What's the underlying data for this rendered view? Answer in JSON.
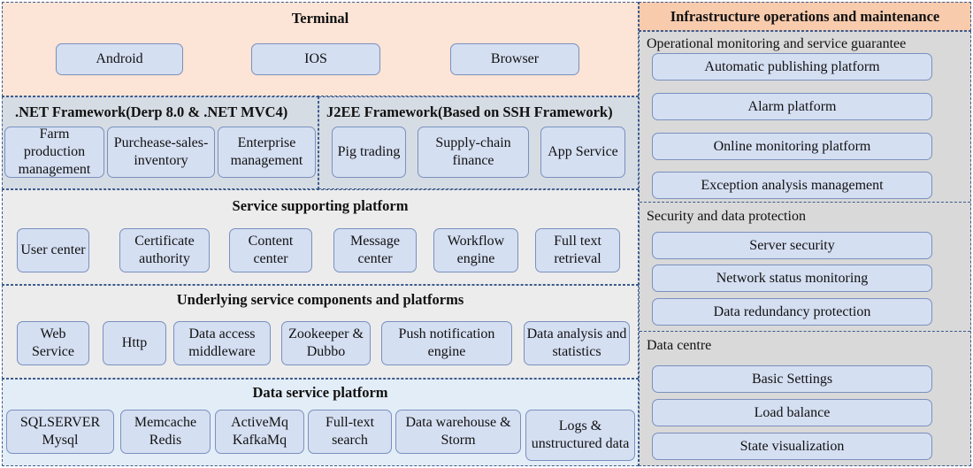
{
  "terminal": {
    "title": "Terminal",
    "items": [
      "Android",
      "IOS",
      "Browser"
    ]
  },
  "net_framework": {
    "title": ".NET Framework(Derp 8.0 & .NET MVC4)",
    "items": [
      "Farm production management",
      "Purchease-sales-inventory",
      "Enterprise management"
    ]
  },
  "j2ee_framework": {
    "title": "J2EE Framework(Based on SSH Framework)",
    "items": [
      "Pig trading",
      "Supply-chain finance",
      "App Service"
    ]
  },
  "service_supporting": {
    "title": "Service supporting platform",
    "items": [
      "User center",
      "Certificate authority",
      "Content center",
      "Message center",
      "Workflow engine",
      "Full text retrieval"
    ]
  },
  "underlying_services": {
    "title": "Underlying service components and platforms",
    "items": [
      "Web Service",
      "Http",
      "Data access middleware",
      "Zookeeper & Dubbo",
      "Push notification engine",
      "Data analysis and statistics"
    ]
  },
  "data_service": {
    "title": "Data service platform",
    "items": [
      "SQLSERVER Mysql",
      "Memcache Redis",
      "ActiveMq KafkaMq",
      "Full-text search",
      "Data warehouse & Storm",
      "Logs & unstructured data"
    ]
  },
  "infrastructure": {
    "title": "Infrastructure operations and maintenance",
    "monitoring": {
      "label": "Operational monitoring and service guarantee",
      "items": [
        "Automatic publishing platform",
        "Alarm platform",
        "Online monitoring platform",
        "Exception analysis management"
      ]
    },
    "security": {
      "label": "Security and data protection",
      "items": [
        "Server security",
        "Network status monitoring",
        "Data redundancy protection"
      ]
    },
    "data_centre": {
      "label": "Data centre",
      "items": [
        "Basic Settings",
        "Load balance",
        "State visualization"
      ]
    }
  },
  "colors": {
    "terminal_bg": "#fce4d6",
    "infra_header_bg": "#f8cbad",
    "framework_bg": "#d6dce4",
    "light_gray_bg": "#ececec",
    "data_service_bg": "#e3edf7",
    "infra_bg": "#d9d9d9",
    "box_fill": "#d5dff2",
    "box_border": "#7a90bd",
    "dash_border": "#3c5a8c"
  }
}
